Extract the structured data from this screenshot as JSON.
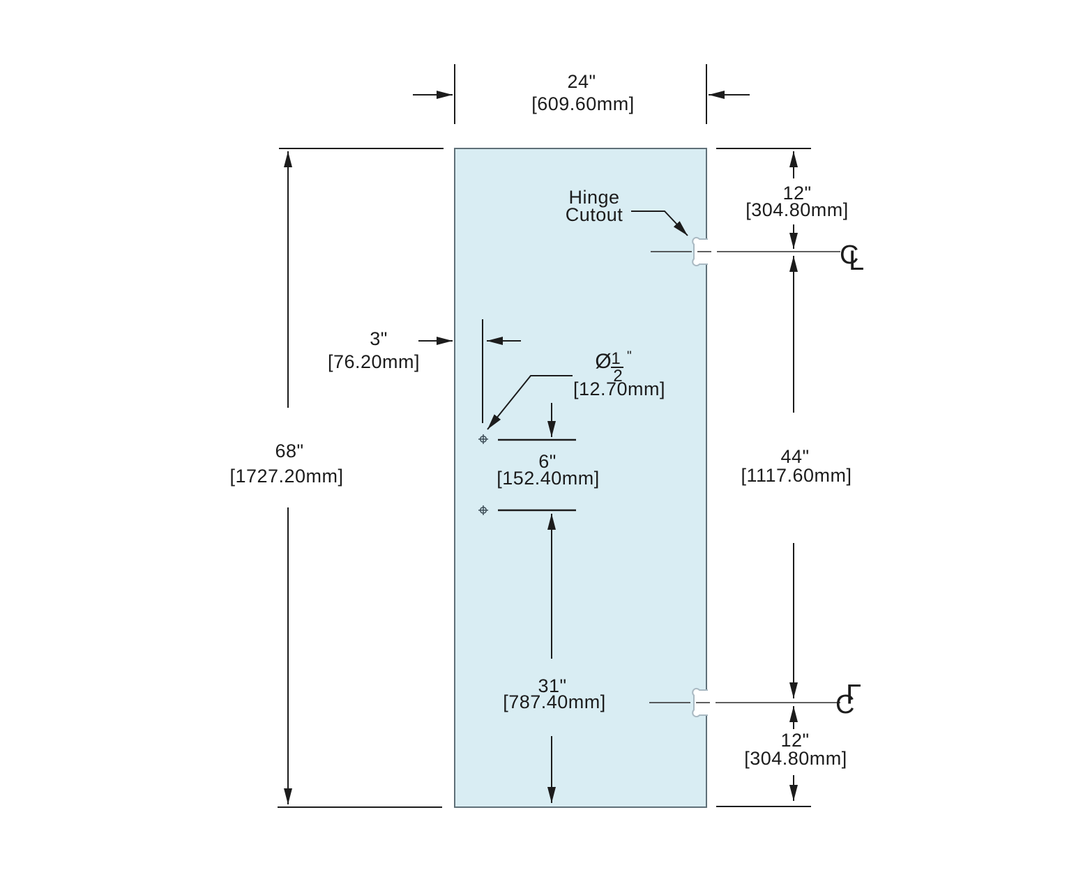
{
  "drawing": {
    "type": "glass-door-fabrication-drawing",
    "door": {
      "fill": "#d9edf3",
      "stroke": "#5f7078",
      "cutout_stroke": "#a9b9c2"
    },
    "hinge_label": {
      "line1": "Hinge",
      "line2": "Cutout"
    },
    "centerline": {
      "c": "C",
      "l": "L"
    },
    "width": {
      "in": "24\"",
      "mm": "[609.60mm]"
    },
    "height": {
      "in": "68\"",
      "mm": "[1727.20mm]"
    },
    "hole_inset": {
      "in": "3\"",
      "mm": "[76.20mm]"
    },
    "hole_dia": {
      "symbol": "Ø",
      "numerator": "1",
      "denominator": "2",
      "unit": "\"",
      "mm": "[12.70mm]"
    },
    "hole_spacing": {
      "in": "6\"",
      "mm": "[152.40mm]"
    },
    "hole_to_bottom": {
      "in": "31\"",
      "mm": "[787.40mm]"
    },
    "hinge_top": {
      "in": "12\"",
      "mm": "[304.80mm]"
    },
    "hinge_spacing": {
      "in": "44\"",
      "mm": "[1117.60mm]"
    },
    "hinge_bottom": {
      "in": "12\"",
      "mm": "[304.80mm]"
    }
  }
}
